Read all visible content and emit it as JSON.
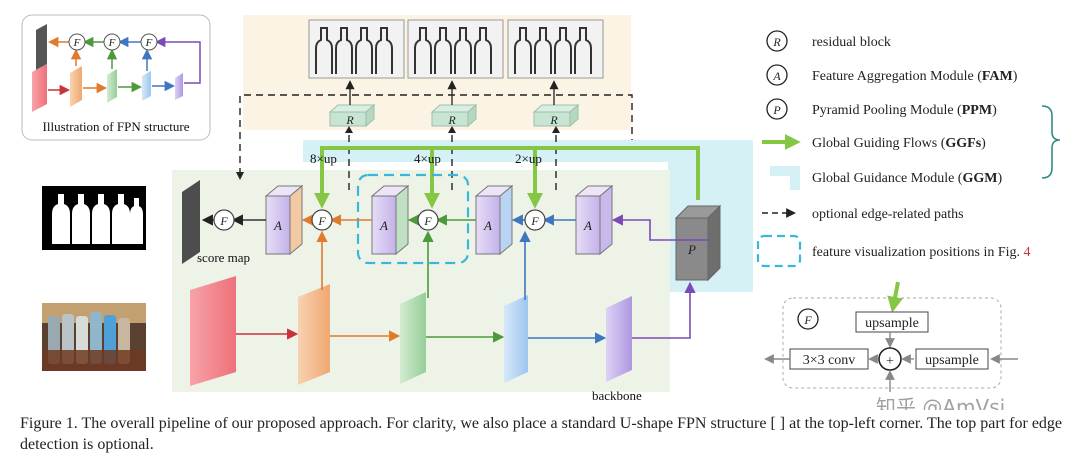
{
  "figure": {
    "symbols": {
      "residual": "R",
      "fam": "A",
      "ppm": "P",
      "fusion": "F"
    },
    "inset": {
      "title": "Illustration of FPN structure"
    },
    "labels": {
      "score_map": "score map",
      "backbone": "backbone",
      "up8": "8×up",
      "up4": "4×up",
      "up2": "2×up"
    },
    "legend": {
      "residual": "residual block",
      "fam_prefix": "Feature Aggregation Module (",
      "fam_bold": "FAM",
      "ppm_prefix": "Pyramid Pooling Module (",
      "ppm_bold": "PPM",
      "ggf_prefix": "Global Guiding Flows (",
      "ggf_bold": "GGFs",
      "ggm_prefix": "Global Guidance Module (",
      "ggm_bold": "GGM",
      "close": ")",
      "edge": "optional edge-related paths",
      "vis_text": "feature visualization positions in Fig. ",
      "vis_num": "4"
    },
    "detail": {
      "upsample_top": "upsample",
      "upsample_right": "upsample",
      "conv": "3×3 conv",
      "plus": "+"
    },
    "watermark": "知乎 @AmVsi",
    "caption": "Figure 1. The overall pipeline of our proposed approach. For clarity, we also place a standard U-shape FPN structure [ ] at the top-left corner. The top part for edge detection is optional.",
    "colors": {
      "ggf_green": "#86c645",
      "ggm_cyan": "#d6f1f6",
      "edge_bg": "#fbf4e4",
      "main_bg": "#eef3e8",
      "vis_box": "#3bb6d8",
      "red": "#f07a84",
      "orange": "#f3b889",
      "green": "#9fd3a0",
      "blue": "#a9cdf2",
      "purple": "#b9a5e6"
    }
  }
}
